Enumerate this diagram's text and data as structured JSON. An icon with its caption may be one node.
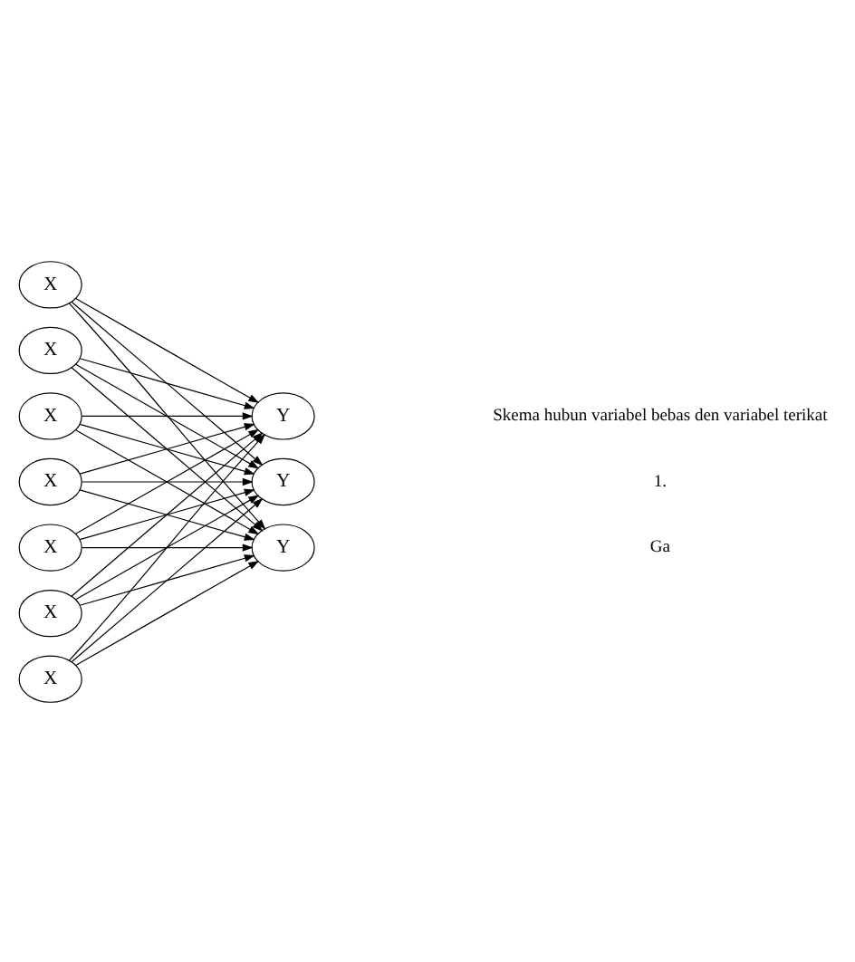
{
  "diagram": {
    "nodes": [
      {
        "text": [
          "X"
        ]
      },
      {
        "text": [
          "X"
        ]
      },
      {
        "text": [
          "X"
        ]
      },
      {
        "text": [
          "X"
        ]
      },
      {
        "text": [
          "X"
        ]
      },
      {
        "text": [
          "X"
        ]
      },
      {
        "text": [
          "X"
        ]
      },
      {
        "text": [
          "Y"
        ]
      },
      {
        "text": [
          "Y"
        ]
      },
      {
        "text": [
          "Y"
        ]
      }
    ],
    "edges": [
      {
        "from": 0,
        "to": 7,
        "arrow": "to"
      },
      {
        "from": 0,
        "to": 8,
        "arrow": "to"
      },
      {
        "from": 0,
        "to": 9,
        "arrow": "to"
      },
      {
        "from": 1,
        "to": 7,
        "arrow": "to"
      },
      {
        "from": 1,
        "to": 8,
        "arrow": "to"
      },
      {
        "from": 1,
        "to": 9,
        "arrow": "to"
      },
      {
        "from": 2,
        "to": 7,
        "arrow": "to"
      },
      {
        "from": 2,
        "to": 8,
        "arrow": "to"
      },
      {
        "from": 2,
        "to": 9,
        "arrow": "to"
      },
      {
        "from": 3,
        "to": 7,
        "arrow": "to"
      },
      {
        "from": 3,
        "to": 8,
        "arrow": "to"
      },
      {
        "from": 3,
        "to": 9,
        "arrow": "to"
      },
      {
        "from": 4,
        "to": 7,
        "arrow": "to"
      },
      {
        "from": 4,
        "to": 8,
        "arrow": "to"
      },
      {
        "from": 4,
        "to": 9,
        "arrow": "to"
      },
      {
        "from": 5,
        "to": 7,
        "arrow": "to"
      },
      {
        "from": 5,
        "to": 8,
        "arrow": "to"
      },
      {
        "from": 5,
        "to": 9,
        "arrow": "to"
      },
      {
        "from": 6,
        "to": 7,
        "arrow": "to"
      },
      {
        "from": 6,
        "to": 8,
        "arrow": "to"
      },
      {
        "from": 6,
        "to": 9,
        "arrow": "to"
      }
    ],
    "labels": [
      "Ga",
      "1.",
      "Skema hubun variabel bebas den variabel terikat"
    ]
  }
}
